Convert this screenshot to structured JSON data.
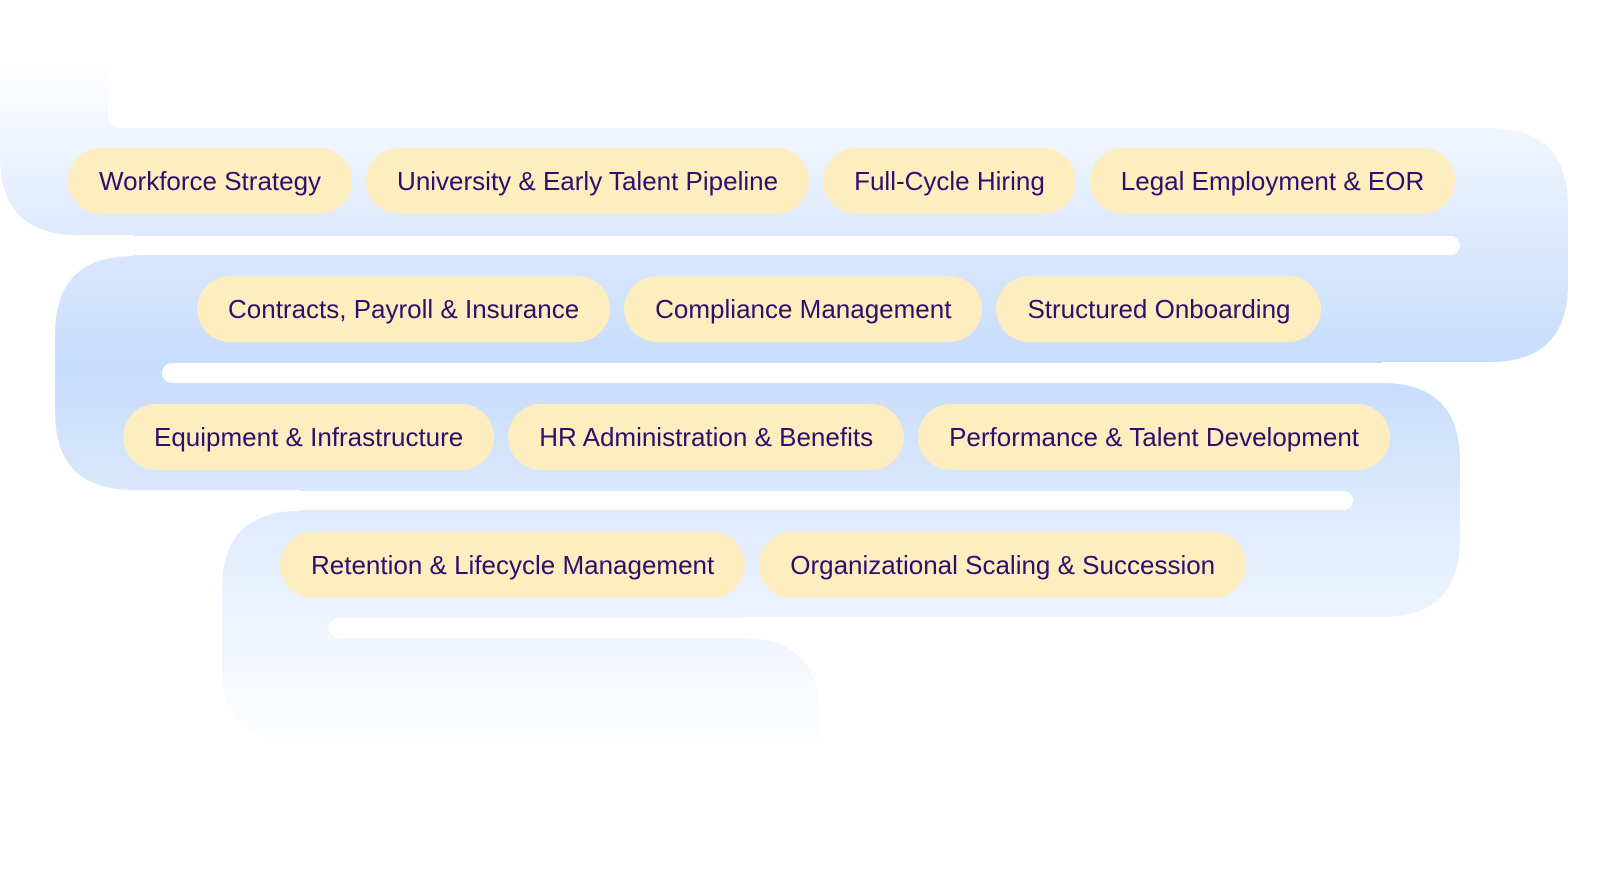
{
  "colors": {
    "pill_bg": "#fdedbf",
    "pill_text": "#2e0f6b",
    "band": "#c6dcfc"
  },
  "rows": [
    {
      "items": [
        "Workforce Strategy",
        "University & Early Talent Pipeline",
        "Full-Cycle Hiring",
        "Legal Employment & EOR"
      ]
    },
    {
      "items": [
        "Contracts, Payroll & Insurance",
        "Compliance Management",
        "Structured Onboarding"
      ]
    },
    {
      "items": [
        "Equipment & Infrastructure",
        "HR Administration & Benefits",
        "Performance & Talent Development"
      ]
    },
    {
      "items": [
        "Retention & Lifecycle Management",
        "Organizational Scaling & Succession"
      ]
    }
  ]
}
